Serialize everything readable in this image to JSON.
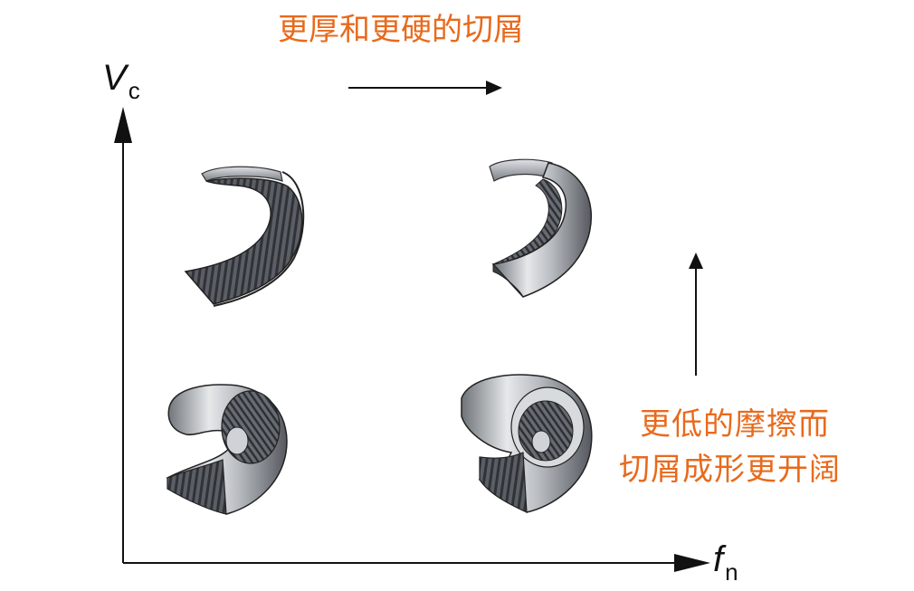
{
  "top_caption": "更厚和更硬的切屑",
  "right_caption": {
    "line1": "更低的摩擦而",
    "line2": "切屑成形更开阔"
  },
  "y_axis": {
    "symbol": "V",
    "subscript": "c"
  },
  "x_axis": {
    "symbol": "f",
    "subscript": "n"
  },
  "colors": {
    "caption": "#e86a1c",
    "axis": "#111111",
    "chip_dark": "#3c4046",
    "chip_light": "#d2d5d9"
  }
}
